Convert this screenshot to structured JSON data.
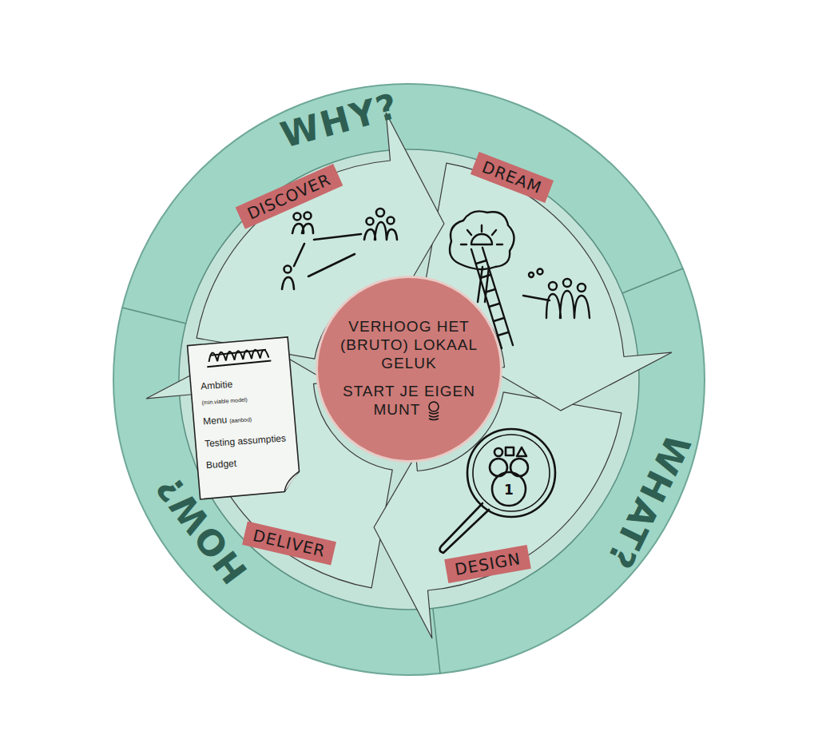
{
  "diagram": {
    "nodes": [
      {
        "text": [
          "WHY?",
          "WHAT?",
          "HOW?"
        ]
      },
      {
        "text": [
          "DISCOVER"
        ],
        "in": 0
      },
      {
        "text": [
          "DREAM"
        ],
        "in": 0
      },
      {
        "text": [
          "DESIGN"
        ],
        "in": 0
      },
      {
        "text": [
          "DELIVER"
        ],
        "in": 0
      },
      {
        "text": [
          "VERHOOG HET (BRUTO) LOKAAL GELUK",
          "START JE EIGEN MUNT"
        ],
        "in": 0
      },
      {
        "text": [
          "Ambitie",
          "(min.viable model)",
          "Menu",
          "(aanbod)",
          "Testing assumpties",
          "Budget"
        ],
        "in": 0
      }
    ],
    "labels": [
      "1"
    ]
  }
}
